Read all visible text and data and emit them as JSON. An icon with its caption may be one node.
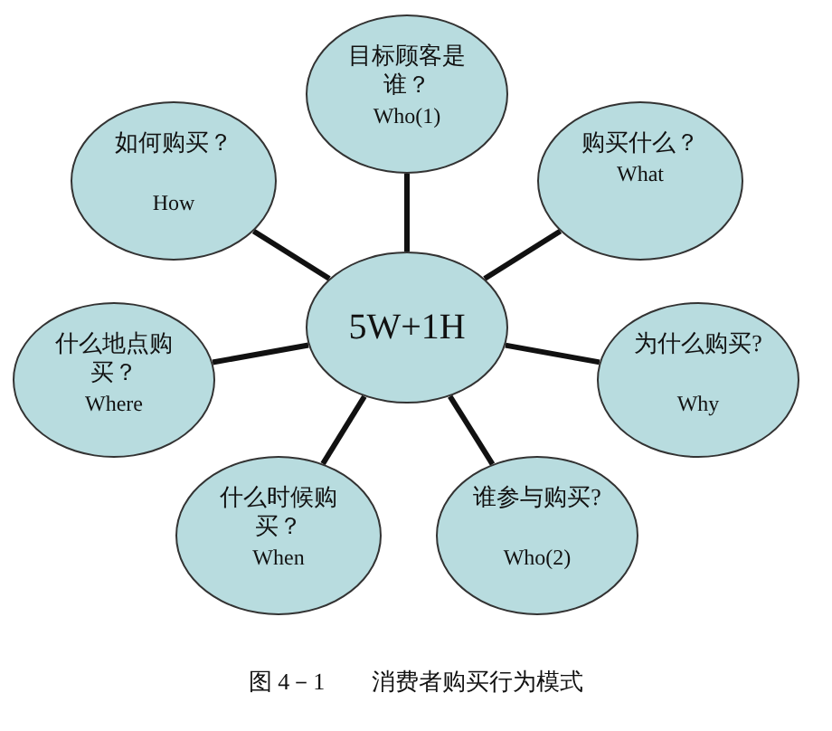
{
  "diagram": {
    "caption": "图 4－1　　消费者购买行为模式",
    "nodes": [
      {
        "text": [
          "目标顾客是谁？",
          "Who(1)"
        ]
      },
      {
        "text": [
          "如何购买？",
          "How"
        ]
      },
      {
        "text": [
          "购买什么？",
          "What"
        ]
      },
      {
        "text": [
          "5W+1H"
        ]
      },
      {
        "text": [
          "什么地点购买？",
          "Where"
        ]
      },
      {
        "text": [
          "为什么购买?",
          "Why"
        ]
      },
      {
        "text": [
          "什么时候购买？",
          "When"
        ]
      },
      {
        "text": [
          "谁参与购买?",
          "Who(2)"
        ]
      }
    ],
    "edges": [
      {
        "from": 3,
        "to": 0,
        "arrow": "none"
      },
      {
        "from": 3,
        "to": 1,
        "arrow": "none"
      },
      {
        "from": 3,
        "to": 2,
        "arrow": "none"
      },
      {
        "from": 3,
        "to": 4,
        "arrow": "none"
      },
      {
        "from": 3,
        "to": 5,
        "arrow": "none"
      },
      {
        "from": 3,
        "to": 6,
        "arrow": "none"
      },
      {
        "from": 3,
        "to": 7,
        "arrow": "none"
      }
    ]
  }
}
